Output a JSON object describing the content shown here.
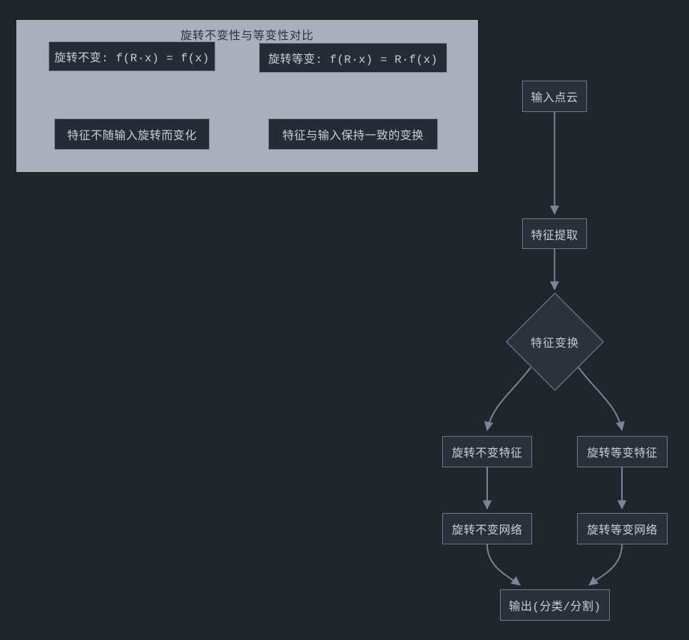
{
  "panel": {
    "title": "旋转不变性与等变性对比",
    "invariance_def": "旋转不变: f(R·x) = f(x)",
    "equivariance_def": "旋转等变: f(R·x) = R·f(x)",
    "invariance_effect": "特征不随输入旋转而变化",
    "equivariance_effect": "特征与输入保持一致的变换"
  },
  "pipeline": {
    "input": "输入点云",
    "feature_extraction": "特征提取",
    "feature_transform": "特征变换",
    "invariant_feature": "旋转不变特征",
    "equivariant_feature": "旋转等变特征",
    "invariant_network": "旋转不变网络",
    "equivariant_network": "旋转等变网络",
    "output": "输出(分类/分割)"
  },
  "edges": [
    {
      "from": "invariance_def",
      "to": "invariance_effect"
    },
    {
      "from": "equivariance_def",
      "to": "equivariance_effect"
    },
    {
      "from": "input",
      "to": "feature_extraction"
    },
    {
      "from": "feature_extraction",
      "to": "feature_transform"
    },
    {
      "from": "feature_transform",
      "to": "invariant_feature"
    },
    {
      "from": "feature_transform",
      "to": "equivariant_feature"
    },
    {
      "from": "invariant_feature",
      "to": "invariant_network"
    },
    {
      "from": "equivariant_feature",
      "to": "equivariant_network"
    },
    {
      "from": "invariant_network",
      "to": "output"
    },
    {
      "from": "equivariant_network",
      "to": "output"
    }
  ],
  "colors": {
    "background": "#21252c",
    "panel_fill": "#a9afbc",
    "panel_title_text": "#2c323e",
    "node_fill": "#262b35",
    "node_border": "#7e8898",
    "node_text": "#c9ced9",
    "diamond_fill": "#2c313c",
    "diamond_border": "#636e82",
    "edge": "#7b8498"
  }
}
